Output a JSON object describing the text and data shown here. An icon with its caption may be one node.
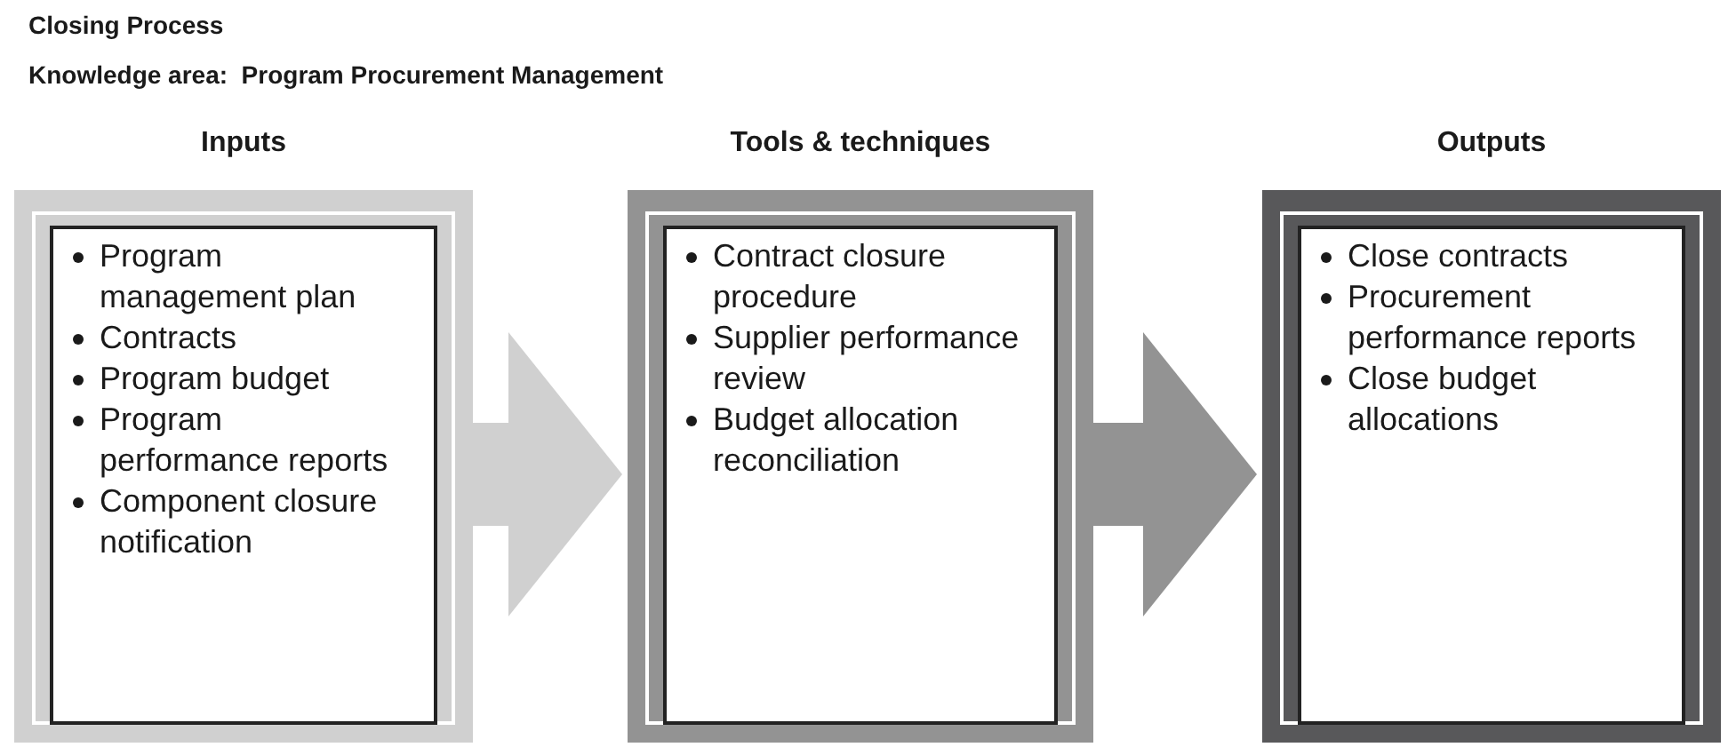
{
  "diagram": {
    "title": "Closing Process",
    "nodes": [
      {
        "text": [
          "Inputs",
          "Program management plan",
          "Contracts",
          "Program budget",
          "Program performance reports",
          "Component closure notification"
        ]
      },
      {
        "text": [
          "Tools & techniques",
          "Contract closure procedure",
          "Supplier performance review",
          "Budget allocation reconciliation"
        ]
      },
      {
        "text": [
          "Outputs",
          "Close contracts",
          "Procurement performance reports",
          "Close budget allocations"
        ]
      }
    ],
    "edges": [
      {
        "from": 0,
        "to": 1,
        "arrow": "to",
        "color": "#d0d0d0"
      },
      {
        "from": 1,
        "to": 2,
        "arrow": "to",
        "color": "#939393"
      }
    ],
    "labels": [
      "Knowledge area:  Program Procurement Management"
    ]
  }
}
